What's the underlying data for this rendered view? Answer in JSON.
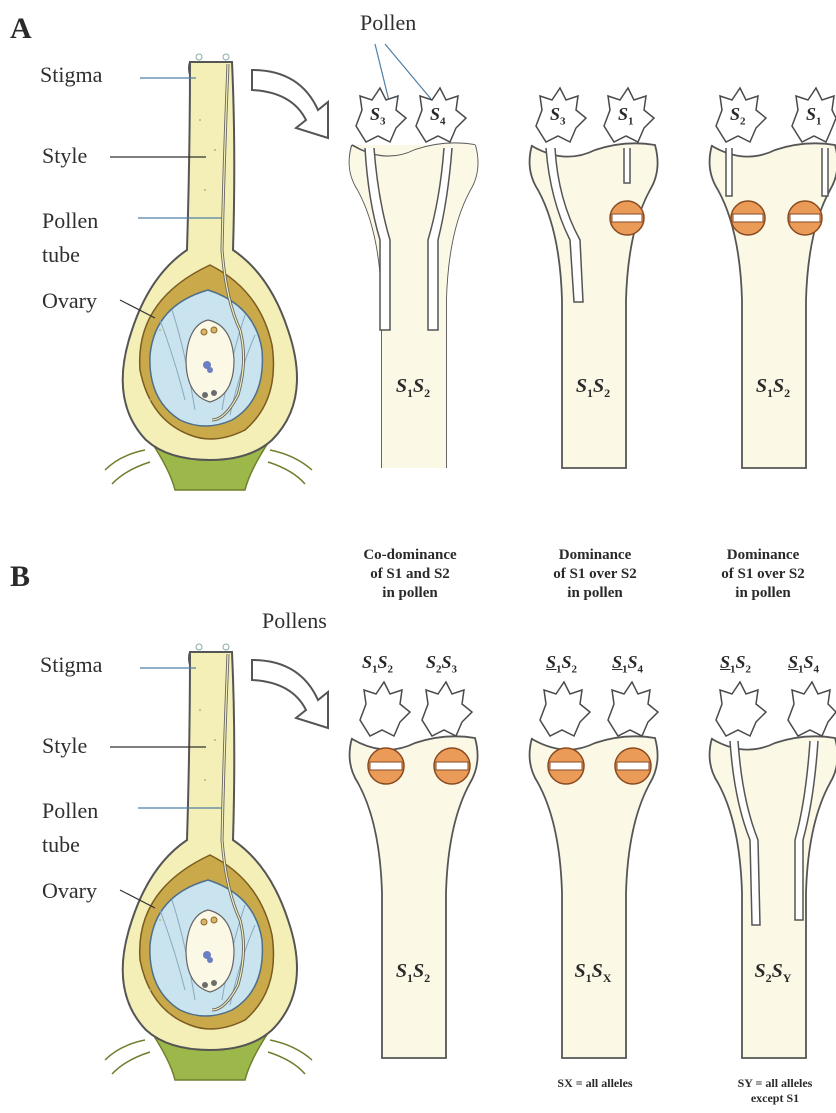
{
  "panelA": {
    "letter": "A",
    "pollen_label": "Pollen",
    "labels": {
      "stigma": "Stigma",
      "style": "Style",
      "pollen_tube": "Pollen tube",
      "ovary": "Ovary"
    },
    "columns": [
      {
        "pollen": [
          "3",
          "4"
        ],
        "genotype": [
          "1",
          "2"
        ],
        "blocked": []
      },
      {
        "pollen": [
          "3",
          "1"
        ],
        "genotype": [
          "1",
          "2"
        ],
        "blocked": [
          "S1"
        ]
      },
      {
        "pollen": [
          "2",
          "1"
        ],
        "genotype": [
          "1",
          "2"
        ],
        "blocked": [
          "S2",
          "S1"
        ]
      }
    ]
  },
  "panelB": {
    "letter": "B",
    "pollens_label": "Pollens",
    "labels": {
      "stigma": "Stigma",
      "style": "Style",
      "pollen_tube": "Pollen tube",
      "ovary": "Ovary"
    },
    "columns": [
      {
        "header": [
          "Co-dominance",
          "of S1 and S2",
          "in pollen"
        ],
        "pollen_genotypes": [
          [
            "1",
            "2"
          ],
          [
            "2",
            "3"
          ]
        ],
        "style_genotype": [
          "1",
          "2"
        ],
        "note": []
      },
      {
        "header": [
          "Dominance",
          "of S1 over S2",
          "in pollen"
        ],
        "pollen_genotypes": [
          [
            "1",
            "2"
          ],
          [
            "1",
            "4"
          ]
        ],
        "style_genotype": [
          "1",
          "X"
        ],
        "note": [
          "SX = all alleles"
        ]
      },
      {
        "header": [
          "Dominance",
          "of S1 over S2",
          "in pollen"
        ],
        "pollen_genotypes": [
          [
            "1",
            "2"
          ],
          [
            "1",
            "4"
          ]
        ],
        "style_genotype": [
          "2",
          "Y"
        ],
        "note": [
          "SY = all alleles",
          "except S1"
        ]
      }
    ]
  },
  "colors": {
    "style_fill": "#fbf8e6",
    "ovary_fill": "#f3efb6",
    "ovule_fill": "#c9e3ef",
    "integument": "#c9a94a",
    "receptacle": "#9cb84a",
    "block": "#eb9b58",
    "outline": "#4a4a4a"
  }
}
